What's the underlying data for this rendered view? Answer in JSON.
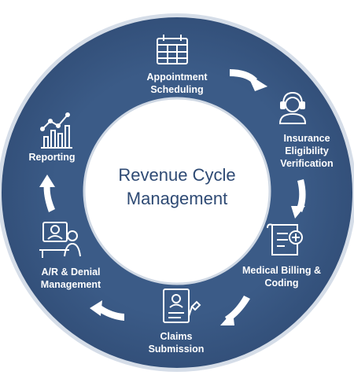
{
  "center": {
    "line1": "Revenue Cycle",
    "line2": "Management"
  },
  "steps": [
    {
      "line1": "Appointment",
      "line2": "Scheduling",
      "icon": "calendar-icon"
    },
    {
      "line1": "Insurance",
      "line2": "Eligibility",
      "line3": "Verification",
      "icon": "headset-agent-icon"
    },
    {
      "line1": "Medical Billing &",
      "line2": "Coding",
      "icon": "medical-document-icon"
    },
    {
      "line1": "Claims",
      "line2": "Submission",
      "icon": "claim-form-icon"
    },
    {
      "line1": "A/R & Denial",
      "line2": "Management",
      "icon": "team-meeting-icon"
    },
    {
      "line1": "Reporting",
      "icon": "bar-chart-icon"
    }
  ],
  "colors": {
    "ring": "#3a5a85",
    "ring_edge": "#c9d3e0",
    "text_dark": "#2e4a74",
    "white": "#ffffff"
  }
}
